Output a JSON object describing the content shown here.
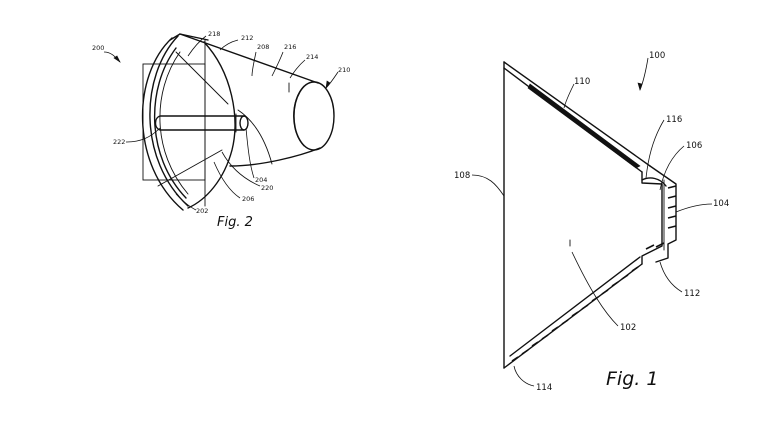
{
  "figure2": {
    "caption": "Fig. 2",
    "refs": {
      "r200": "200",
      "r218": "218",
      "r212": "212",
      "r208": "208",
      "r216": "216",
      "r214": "214",
      "r210": "210",
      "r222": "222",
      "r204": "204",
      "r220": "220",
      "r206": "206",
      "r202": "202"
    }
  },
  "figure1": {
    "caption": "Fig. 1",
    "refs": {
      "r100": "100",
      "r110": "110",
      "r116": "116",
      "r106": "106",
      "r108": "108",
      "r104": "104",
      "r112": "112",
      "r102": "102",
      "r114": "114"
    }
  }
}
